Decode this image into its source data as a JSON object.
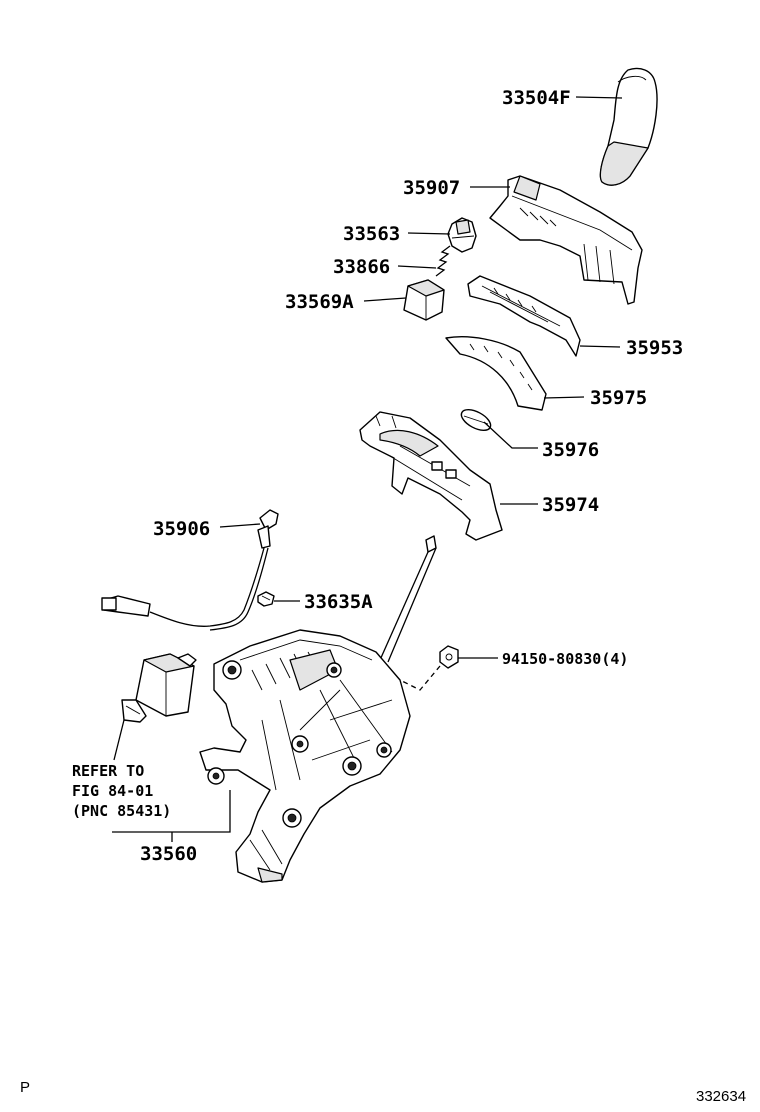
{
  "labels": {
    "p33504F": "33504F",
    "p35907": "35907",
    "p33563": "33563",
    "p33866": "33866",
    "p33569A": "33569A",
    "p35953": "35953",
    "p35975": "35975",
    "p35976": "35976",
    "p35974": "35974",
    "p35906": "35906",
    "p33635A": "33635A",
    "p94150": "94150-80830(4)",
    "p33560": "33560"
  },
  "refer_note": {
    "line1": "REFER TO",
    "line2": "FIG 84-01",
    "line3": "(PNC 85431)"
  },
  "footer": {
    "left_mark": "P",
    "figure_id": "332634"
  }
}
